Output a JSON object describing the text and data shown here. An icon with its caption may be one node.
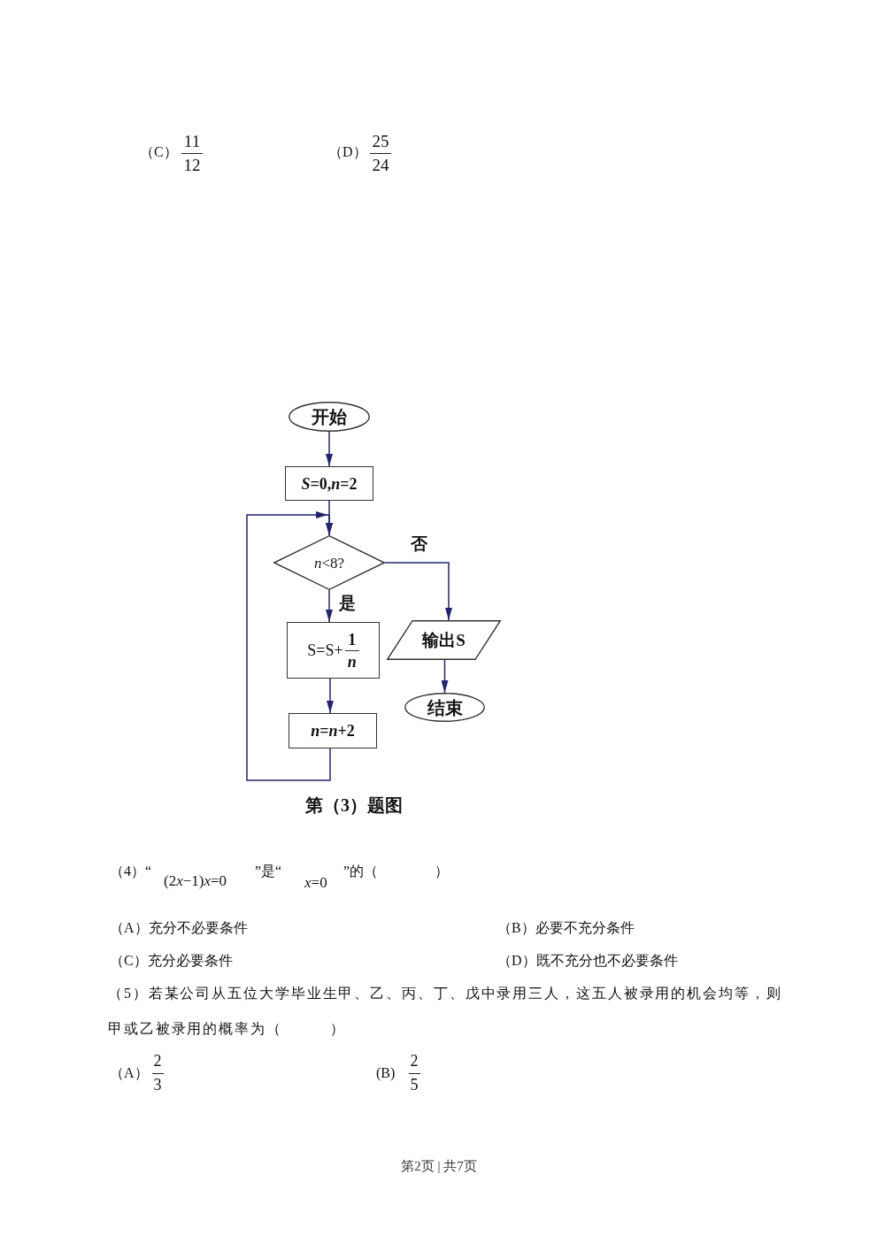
{
  "diagram": {
    "caption": "第（3）题图",
    "nodes": [
      {
        "text": [
          "开始"
        ]
      },
      {
        "text": [
          "*S*=0,*n*=2"
        ]
      },
      {
        "text": [
          "*n*<8?"
        ]
      },
      {
        "text": [
          "S=S+",
          "1",
          "*n*"
        ]
      },
      {
        "text": [
          "输出S"
        ]
      },
      {
        "text": [
          "结束"
        ]
      },
      {
        "text": [
          "*n*=*n*+2"
        ]
      }
    ],
    "edges": [
      {
        "from": 0,
        "to": 1,
        "arrow": "to"
      },
      {
        "from": 1,
        "to": 2,
        "arrow": "to"
      },
      {
        "from": 2,
        "to": 3,
        "arrow": "to",
        "label": "是"
      },
      {
        "from": 2,
        "to": 4,
        "arrow": "to",
        "label": "否"
      },
      {
        "from": 3,
        "to": 6,
        "arrow": "to"
      },
      {
        "from": 4,
        "to": 5,
        "arrow": "to"
      },
      {
        "from": 6,
        "to": 2,
        "arrow": "to"
      }
    ],
    "labels": [
      "（C）",
      "11",
      "12",
      "（D）",
      "25",
      "24",
      "（4）“",
      "(2x−1)x=0",
      "”是“",
      "x=0",
      "”的（　　　　）",
      "（A）充分不必要条件",
      "（B）必要不充分条件",
      "（C）充分必要条件",
      "（D）既不充分也不必要条件",
      "（5）若某公司从五位大学毕业生甲、乙、丙、丁、戊中录用三人，这五人被录用的机会均等，则甲或乙被录用的概率为（　　　）",
      "（A）",
      "2",
      "3",
      "(B)",
      "2",
      "5",
      "第2页 | 共7页"
    ]
  }
}
